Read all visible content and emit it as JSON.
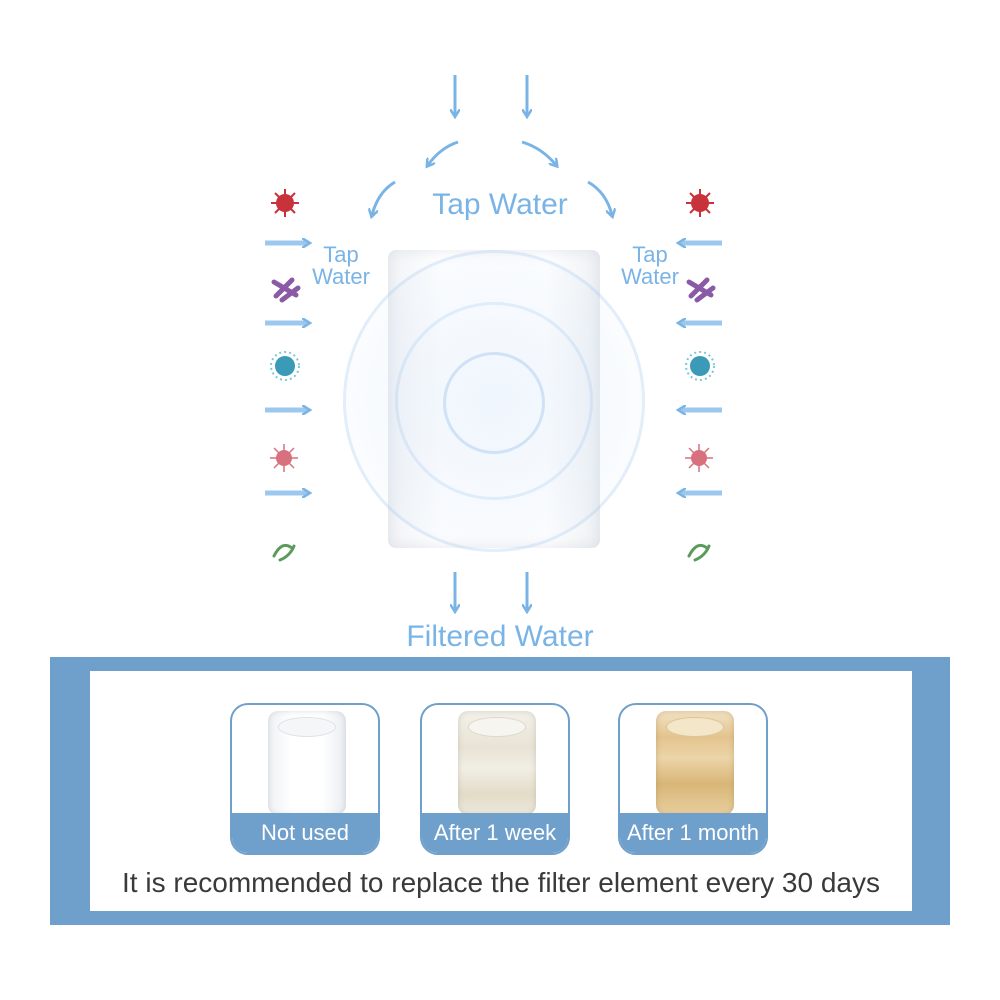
{
  "diagram": {
    "tap_water_top": "Tap Water",
    "tap_water_left": [
      "Tap",
      "Water"
    ],
    "tap_water_right": [
      "Tap",
      "Water"
    ],
    "filtered_water": "Filtered Water"
  },
  "comparison": {
    "cards": [
      {
        "label": "Not used",
        "stage": "new"
      },
      {
        "label": "After 1 week",
        "stage": "week"
      },
      {
        "label": "After 1 month",
        "stage": "month"
      }
    ],
    "recommendation": "It is recommended to replace the filter element every 30 days"
  },
  "colors": {
    "arrow_blue": "#7ab4e6",
    "panel_blue": "#6f9fcb",
    "germ_red": "#c8323a",
    "germ_purple": "#8a5aa6",
    "germ_teal": "#3a9ab8",
    "germ_pink": "#d8707e",
    "germ_green": "#5a9a5a"
  }
}
